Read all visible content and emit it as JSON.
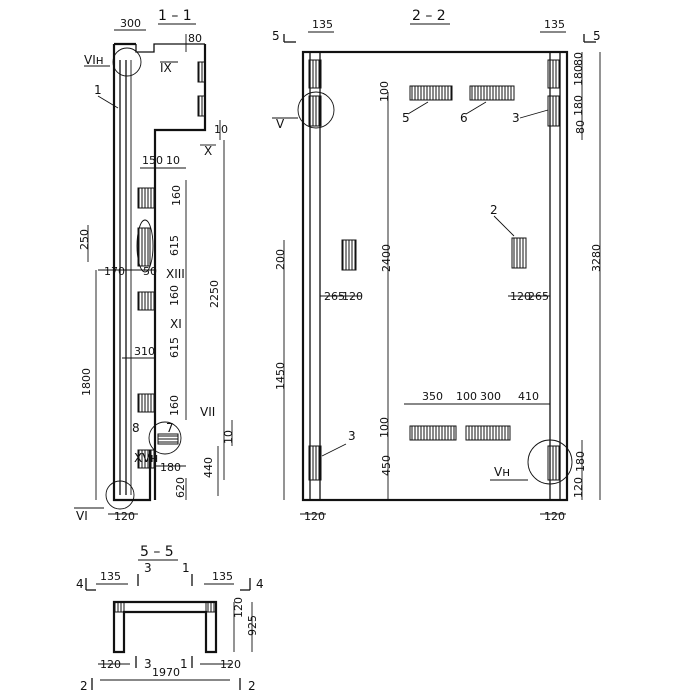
{
  "titles": {
    "sec11": "1 – 1",
    "sec22": "2 – 2",
    "sec55": "5 – 5"
  },
  "section_1_1": {
    "dims": {
      "top300": "300",
      "d80": "80",
      "d10a": "10",
      "d150": "150",
      "d10b": "10",
      "d160a": "160",
      "d615a": "615",
      "d250": "250",
      "d170": "170",
      "d50": "50",
      "d160b": "160",
      "d310": "310",
      "d615b": "615",
      "d2250": "2250",
      "d160c": "160",
      "d1800": "1800",
      "d10c": "10",
      "d440": "440",
      "d180": "180",
      "d620": "620",
      "d120": "120"
    },
    "marks": {
      "VIn_top": "VIн",
      "IX": "IX",
      "X": "X",
      "XIII": "XIII",
      "XI": "XI",
      "VII": "VII",
      "XVn": "XVн",
      "VI": "VI",
      "one": "1",
      "eight": "8",
      "seven": "7"
    }
  },
  "section_2_2": {
    "dims": {
      "d135a": "135",
      "d135b": "135",
      "d80a": "80",
      "d180a": "180",
      "d180b": "180",
      "d80b": "80",
      "d100a": "100",
      "d200": "200",
      "d2400": "2400",
      "d3280": "3280",
      "d265a": "265",
      "d120a": "120",
      "d120b": "120",
      "d265b": "265",
      "d1450": "1450",
      "d350": "350",
      "d100b": "100",
      "d300": "300",
      "d410": "410",
      "d100c": "100",
      "d450": "450",
      "d180c": "180",
      "d120c": "120",
      "d120d": "120",
      "d120e": "120"
    },
    "marks": {
      "five_l": "5",
      "five_r": "5",
      "V": "V",
      "m5": "5",
      "m6": "6",
      "m3a": "3",
      "m2": "2",
      "m3b": "3",
      "Vn": "Vн"
    }
  },
  "section_5_5": {
    "dims": {
      "d135a": "135",
      "d135b": "135",
      "d120a": "120",
      "d925": "925",
      "d120b": "120",
      "d120c": "120",
      "d1970": "1970"
    },
    "marks": {
      "four_l": "4",
      "four_r": "4",
      "three_t": "3",
      "one_t": "1",
      "three_b": "3",
      "one_b": "1",
      "two_l": "2",
      "two_r": "2"
    }
  }
}
